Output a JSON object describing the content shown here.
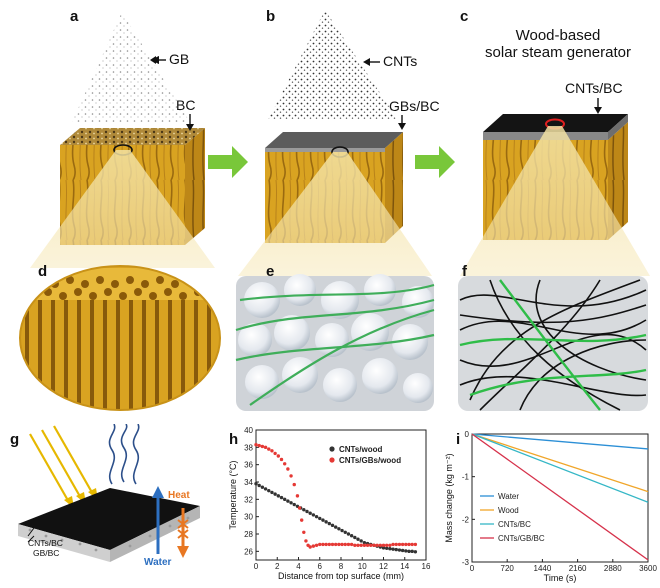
{
  "panels": {
    "a": {
      "label": "a",
      "ann_top": "GB",
      "ann_bottom": "BC"
    },
    "b": {
      "label": "b",
      "ann_top": "CNTs",
      "ann_bottom": "GBs/BC"
    },
    "c": {
      "label": "c",
      "title_line1": "Wood-based",
      "title_line2": "solar steam generator",
      "ann": "CNTs/BC"
    },
    "d": {
      "label": "d"
    },
    "e": {
      "label": "e"
    },
    "f": {
      "label": "f"
    },
    "g": {
      "label": "g",
      "layer1": "CNTs/BC",
      "layer2": "GB/BC",
      "heat": "Heat",
      "water": "Water"
    },
    "h": {
      "label": "h"
    },
    "i": {
      "label": "i"
    }
  },
  "colors": {
    "wood": "#d9a321",
    "wood_dark": "#9a6a10",
    "arrow_green": "#79c73a",
    "cnt_bc_top": "#141414",
    "gb_bc_top": "#5c5c5c",
    "heat": "#e87722",
    "water": "#2d6fc0"
  },
  "chart_data": [
    {
      "type": "scatter",
      "panel": "h",
      "xlabel": "Distance from top surface (mm)",
      "ylabel": "Temperature (°C)",
      "xlim": [
        0,
        16
      ],
      "ylim": [
        25,
        40
      ],
      "xticks": [
        "0",
        "2",
        "4",
        "6",
        "8",
        "10",
        "12",
        "14",
        "16"
      ],
      "yticks": [
        "26",
        "28",
        "30",
        "32",
        "34",
        "36",
        "38",
        "40"
      ],
      "legend_position": "top-right",
      "series": [
        {
          "name": "CNTs/wood",
          "color": "#333333",
          "x": [
            0,
            0.3,
            0.6,
            0.9,
            1.2,
            1.5,
            1.8,
            2.1,
            2.4,
            2.7,
            3,
            3.3,
            3.6,
            3.9,
            4.2,
            4.5,
            4.8,
            5.1,
            5.4,
            5.7,
            6,
            6.3,
            6.6,
            6.9,
            7.2,
            7.5,
            7.8,
            8.1,
            8.4,
            8.7,
            9,
            9.3,
            9.6,
            9.9,
            10.2,
            10.5,
            10.8,
            11.1,
            11.4,
            11.7,
            12,
            12.3,
            12.6,
            12.9,
            13.2,
            13.5,
            13.8,
            14.1,
            14.4,
            14.7,
            15
          ],
          "y": [
            33.8,
            33.6,
            33.4,
            33.2,
            33.0,
            32.8,
            32.6,
            32.4,
            32.2,
            32.0,
            31.8,
            31.6,
            31.4,
            31.2,
            31.0,
            30.8,
            30.6,
            30.4,
            30.2,
            30.0,
            29.8,
            29.6,
            29.4,
            29.2,
            29.0,
            28.8,
            28.6,
            28.4,
            28.2,
            28.0,
            27.8,
            27.6,
            27.4,
            27.2,
            27.0,
            26.9,
            26.8,
            26.7,
            26.6,
            26.5,
            26.4,
            26.35,
            26.3,
            26.25,
            26.2,
            26.15,
            26.1,
            26.05,
            26.0,
            26.0,
            25.95
          ]
        },
        {
          "name": "CNTs/GBs/wood",
          "color": "#e53935",
          "x": [
            0,
            0.3,
            0.6,
            0.9,
            1.2,
            1.5,
            1.8,
            2.1,
            2.4,
            2.7,
            3,
            3.3,
            3.6,
            3.9,
            4.1,
            4.3,
            4.5,
            4.7,
            4.9,
            5.1,
            5.4,
            5.7,
            6,
            6.3,
            6.6,
            6.9,
            7.2,
            7.5,
            7.8,
            8.1,
            8.4,
            8.7,
            9,
            9.3,
            9.6,
            9.9,
            10.2,
            10.5,
            10.8,
            11.1,
            11.4,
            11.7,
            12,
            12.3,
            12.6,
            12.9,
            13.2,
            13.5,
            13.8,
            14.1,
            14.4,
            14.7,
            15
          ],
          "y": [
            38.3,
            38.2,
            38.1,
            38.0,
            37.8,
            37.6,
            37.3,
            37.0,
            36.6,
            36.1,
            35.5,
            34.7,
            33.7,
            32.4,
            31.0,
            29.6,
            28.2,
            27.2,
            26.7,
            26.5,
            26.6,
            26.7,
            26.8,
            26.8,
            26.8,
            26.8,
            26.8,
            26.8,
            26.8,
            26.8,
            26.8,
            26.8,
            26.8,
            26.7,
            26.7,
            26.7,
            26.7,
            26.7,
            26.7,
            26.7,
            26.7,
            26.7,
            26.7,
            26.7,
            26.7,
            26.8,
            26.8,
            26.8,
            26.8,
            26.8,
            26.8,
            26.8,
            26.8
          ]
        }
      ]
    },
    {
      "type": "line",
      "panel": "i",
      "xlabel": "Time (s)",
      "ylabel": "Mass change (kg m⁻²)",
      "xlim": [
        0,
        3600
      ],
      "ylim": [
        -3,
        0
      ],
      "xticks": [
        "0",
        "720",
        "1440",
        "2160",
        "2880",
        "3600"
      ],
      "yticks": [
        "0",
        "-1",
        "-2",
        "-3"
      ],
      "legend_position": "bottom-left",
      "series": [
        {
          "name": "Water",
          "color": "#2b8fd6",
          "x": [
            0,
            3600
          ],
          "y": [
            0,
            -0.35
          ]
        },
        {
          "name": "Wood",
          "color": "#f0a62a",
          "x": [
            0,
            3600
          ],
          "y": [
            0,
            -1.35
          ]
        },
        {
          "name": "CNTs/BC",
          "color": "#35b7c6",
          "x": [
            0,
            3600
          ],
          "y": [
            0,
            -1.6
          ]
        },
        {
          "name": "CNTs/GB/BC",
          "color": "#d6324b",
          "x": [
            0,
            3600
          ],
          "y": [
            0,
            -2.95
          ]
        }
      ]
    }
  ]
}
